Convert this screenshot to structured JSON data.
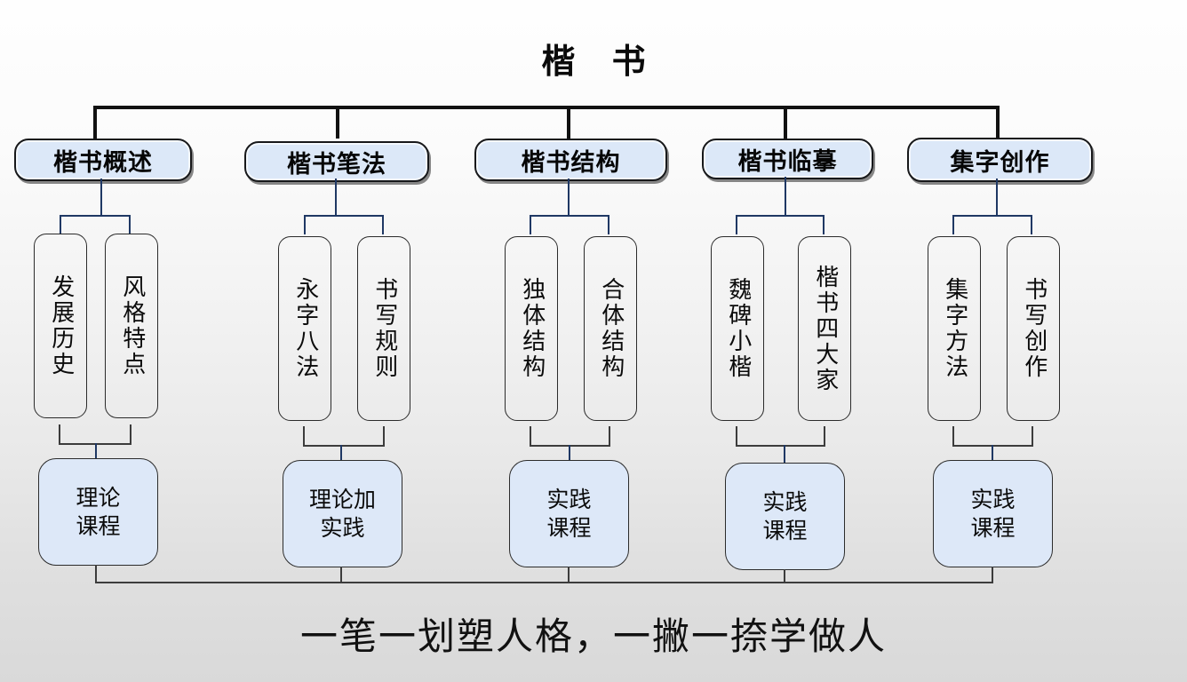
{
  "title": "楷    书",
  "tagline": "一笔一划塑人格，一撇一捺学做人",
  "colors": {
    "box_fill_blue": "#DDE8F8",
    "box_border": "#2C2C2C",
    "connector_main": "#111111",
    "connector_branch": "#1F3864",
    "connector_merge": "#3C3C3C",
    "text": "#0B0B0B",
    "background_top": "#FEFEFE",
    "background_bottom": "#D9D9D9"
  },
  "branches": [
    {
      "heading": "楷书概述",
      "subtopics": [
        "发展历史",
        "风格特点"
      ],
      "course": "理论课程",
      "course_lines": [
        "理论",
        "课程"
      ]
    },
    {
      "heading": "楷书笔法",
      "subtopics": [
        "永字八法",
        "书写规则"
      ],
      "course": "理论加实践",
      "course_lines": [
        "理论加",
        "实践"
      ]
    },
    {
      "heading": "楷书结构",
      "subtopics": [
        "独体结构",
        "合体结构"
      ],
      "course": "实践课程",
      "course_lines": [
        "实践",
        "课程"
      ]
    },
    {
      "heading": "楷书临摹",
      "subtopics": [
        "魏碑小楷",
        "楷书四大家"
      ],
      "course": "实践课程",
      "course_lines": [
        "实践",
        "课程"
      ]
    },
    {
      "heading": "集字创作",
      "subtopics": [
        "集字方法",
        "书写创作"
      ],
      "course": "实践课程",
      "course_lines": [
        "实践",
        "课程"
      ]
    }
  ]
}
